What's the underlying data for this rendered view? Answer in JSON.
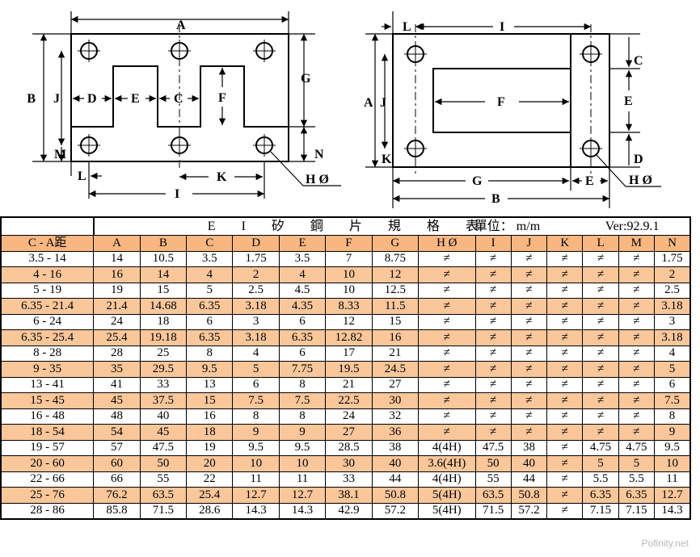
{
  "diagram": {
    "e_labels": {
      "A": "A",
      "B": "B",
      "J": "J",
      "M": "M",
      "D": "D",
      "E": "E",
      "C": "C",
      "F": "F",
      "G": "G",
      "N": "N",
      "L": "L",
      "K": "K",
      "I": "I",
      "H": "H Ø"
    },
    "i_labels": {
      "L": "L",
      "I": "I",
      "A": "A",
      "J": "J",
      "K": "K",
      "F": "F",
      "C": "C",
      "E": "E",
      "D": "D",
      "G": "G",
      "E2": "E",
      "B": "B",
      "H": "H Ø"
    }
  },
  "table": {
    "title": "E I 矽 鋼 片 規 格 表",
    "unit": "單位： m/m",
    "version": "Ver:92.9.1",
    "headers": [
      "C - A距",
      "A",
      "B",
      "C",
      "D",
      "E",
      "F",
      "G",
      "H Ø",
      "I",
      "J",
      "K",
      "L",
      "M",
      "N"
    ],
    "rows": [
      [
        "3.5 - 14",
        "14",
        "10.5",
        "3.5",
        "1.75",
        "3.5",
        "7",
        "8.75",
        "≠",
        "≠",
        "≠",
        "≠",
        "≠",
        "≠",
        "1.75"
      ],
      [
        "4 - 16",
        "16",
        "14",
        "4",
        "2",
        "4",
        "10",
        "12",
        "≠",
        "≠",
        "≠",
        "≠",
        "≠",
        "≠",
        "2"
      ],
      [
        "5 - 19",
        "19",
        "15",
        "5",
        "2.5",
        "4.5",
        "10",
        "12.5",
        "≠",
        "≠",
        "≠",
        "≠",
        "≠",
        "≠",
        "2.5"
      ],
      [
        "6.35 - 21.4",
        "21.4",
        "14.68",
        "6.35",
        "3.18",
        "4.35",
        "8.33",
        "11.5",
        "≠",
        "≠",
        "≠",
        "≠",
        "≠",
        "≠",
        "3.18"
      ],
      [
        "6 - 24",
        "24",
        "18",
        "6",
        "3",
        "6",
        "12",
        "15",
        "≠",
        "≠",
        "≠",
        "≠",
        "≠",
        "≠",
        "3"
      ],
      [
        "6.35 - 25.4",
        "25.4",
        "19.18",
        "6.35",
        "3.18",
        "6.35",
        "12.82",
        "16",
        "≠",
        "≠",
        "≠",
        "≠",
        "≠",
        "≠",
        "3.18"
      ],
      [
        "8 - 28",
        "28",
        "25",
        "8",
        "4",
        "6",
        "17",
        "21",
        "≠",
        "≠",
        "≠",
        "≠",
        "≠",
        "≠",
        "4"
      ],
      [
        "9 - 35",
        "35",
        "29.5",
        "9.5",
        "5",
        "7.75",
        "19.5",
        "24.5",
        "≠",
        "≠",
        "≠",
        "≠",
        "≠",
        "≠",
        "5"
      ],
      [
        "13 - 41",
        "41",
        "33",
        "13",
        "6",
        "8",
        "21",
        "27",
        "≠",
        "≠",
        "≠",
        "≠",
        "≠",
        "≠",
        "6"
      ],
      [
        "15 - 45",
        "45",
        "37.5",
        "15",
        "7.5",
        "7.5",
        "22.5",
        "30",
        "≠",
        "≠",
        "≠",
        "≠",
        "≠",
        "≠",
        "7.5"
      ],
      [
        "16 - 48",
        "48",
        "40",
        "16",
        "8",
        "8",
        "24",
        "32",
        "≠",
        "≠",
        "≠",
        "≠",
        "≠",
        "≠",
        "8"
      ],
      [
        "18 - 54",
        "54",
        "45",
        "18",
        "9",
        "9",
        "27",
        "36",
        "≠",
        "≠",
        "≠",
        "≠",
        "≠",
        "≠",
        "9"
      ],
      [
        "19 - 57",
        "57",
        "47.5",
        "19",
        "9.5",
        "9.5",
        "28.5",
        "38",
        "4(4H)",
        "47.5",
        "38",
        "≠",
        "4.75",
        "4.75",
        "9.5"
      ],
      [
        "20 - 60",
        "60",
        "50",
        "20",
        "10",
        "10",
        "30",
        "40",
        "3.6(4H)",
        "50",
        "40",
        "≠",
        "5",
        "5",
        "10"
      ],
      [
        "22 - 66",
        "66",
        "55",
        "22",
        "11",
        "11",
        "33",
        "44",
        "4(4H)",
        "55",
        "44",
        "≠",
        "5.5",
        "5.5",
        "11"
      ],
      [
        "25 - 76",
        "76.2",
        "63.5",
        "25.4",
        "12.7",
        "12.7",
        "38.1",
        "50.8",
        "5(4H)",
        "63.5",
        "50.8",
        "≠",
        "6.35",
        "6.35",
        "12.7"
      ],
      [
        "28 - 86",
        "85.8",
        "71.5",
        "28.6",
        "14.3",
        "14.3",
        "42.9",
        "57.2",
        "5(4H)",
        "71.5",
        "57.2",
        "≠",
        "7.15",
        "7.15",
        "14.3"
      ]
    ]
  },
  "watermark": "Pofinity.net"
}
